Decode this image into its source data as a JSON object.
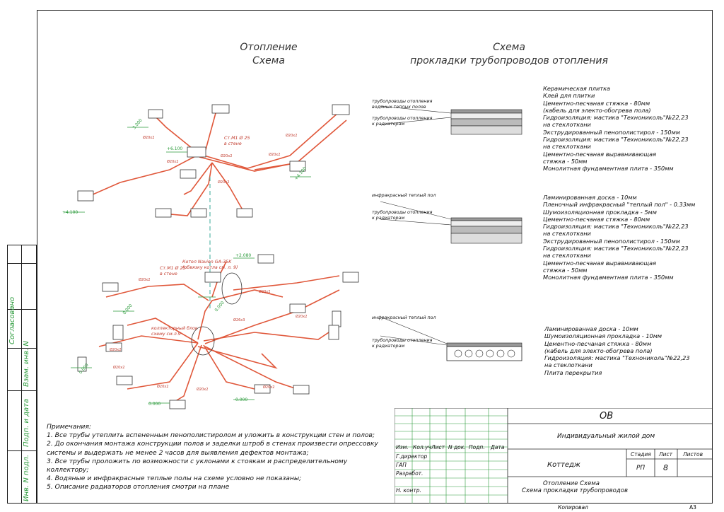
{
  "left_title": [
    "Отопление",
    "Схема"
  ],
  "right_title": [
    "Схема",
    "прокладки трубопроводов отопления"
  ],
  "sidebar": {
    "agreed": "Согласовано",
    "inv_replace": "Взам. инв. N",
    "sign_date": "Подп. и дата",
    "inv_orig": "Инв. N подл."
  },
  "notes": {
    "heading": "Примечания:",
    "items": [
      "1. Все трубы утеплить вспененным пенополистиролом и уложить в конструкции стен и полов;",
      "2. До окончания монтажа конструкции полов и заделки штроб в стенах произвести опрессовку",
      "    системы и выдержать не менее 2 часов для выявления дефектов монтажа;",
      "3. Все трубы проложить по возможности с уклонами к стоякам и распределительному",
      "    коллектору;",
      "4.  Водяные  и инфракрасные  теплые полы на схеме условно не показаны;",
      "5. Описание радиаторов отопления смотри на плане"
    ]
  },
  "sections": [
    {
      "callouts": [
        "трубопроводы отопления",
        "водяных теплых полов",
        "трубопроводы отопления",
        "к радиаторам"
      ],
      "layers": [
        "Керамическая плитка",
        "Клей для плитки",
        "Цементно-песчаная стяжка - 80мм",
        "(кабель для электо-обогрева пола)",
        "Гидроизоляция: мастика \"Технониколь\"№22,23",
        "на стеклоткани",
        "Экструдированный пенополистирол - 150мм",
        "Гидроизоляция: мастика \"Технониколь\"№22,23",
        "на стеклоткани",
        "Цементно-песчаная выравнивающая",
        "стяжка - 50мм",
        "Монолитная фундаментная плита - 350мм"
      ]
    },
    {
      "callouts": [
        "инфракрасный теплый пол",
        "трубопроводы отопления",
        "к радиаторам"
      ],
      "layers": [
        "Ламинированная доска - 10мм",
        "Пленочный инфракрасный \"теплый пол\" - 0.33мм",
        "Шумоизоляционная прокладка - 5мм",
        "Цементно-песчаная стяжка - 80мм",
        "Гидроизоляция: мастика \"Технониколь\"№22,23",
        "на стеклоткани",
        "Экструдированный пенополистирол - 150мм",
        "Гидроизоляция: мастика \"Технониколь\"№22,23",
        "на стеклоткани",
        "Цементно-песчаная выравнивающая",
        "стяжка - 50мм",
        "Монолитная фундаментная плита - 350мм"
      ]
    },
    {
      "callouts": [
        "инфракрасный теплый пол",
        "трубопроводы отопления",
        "к радиаторам"
      ],
      "layers": [
        "Ламинированная доска - 10мм",
        "Шумоизоляционная прокладка - 10мм",
        "Цементно-песчаная стяжка - 80мм",
        "(кабель для электо-обогрева пола)",
        "Гидроизоляция: мастика \"Технониколь\"№22,23",
        "на стеклоткани",
        "Плита перекрытия"
      ]
    }
  ],
  "diagram": {
    "elevations_upper": [
      "3.000",
      "+6.100",
      "+4.100",
      "+4.100"
    ],
    "elevations_lower": [
      "+2.080",
      "0.000",
      "0.000",
      "0.000",
      "0.000",
      "0.000"
    ],
    "pipe_labels_upper": [
      "Ø20х2",
      "Ø20х2",
      "Ø20х2",
      "Ø20х2",
      "Ø20х2",
      "Ø20х2"
    ],
    "pipe_labels_lower": [
      "Ø20х2",
      "Ø20х2",
      "Ø20х2",
      "Ø26х3",
      "Ø20х2",
      "Ø20х2",
      "Ø20х2",
      "Ø20х2",
      "Ø20х2"
    ],
    "upper_note": [
      "Ст.М1 Ø 25",
      "в стене"
    ],
    "boiler_note": [
      "Котел Navien GA-35K",
      "(обвязку котла см. л. 9)"
    ],
    "lower_note": [
      "Ст.М1 Ø 25",
      "в стене"
    ],
    "collector_note": [
      "коллекторный блок",
      "схему см.л.9"
    ]
  },
  "stamp": {
    "code": "ОВ",
    "project": "Индивидуальный жилой дом",
    "object": "Коттедж",
    "sheet_title": [
      "Отопление Схема",
      "Схема прокладки трубопроводов"
    ],
    "col_headers": [
      "Изм.",
      "Кол.уч",
      "Лист",
      "N док.",
      "Подп.",
      "Дата"
    ],
    "roles": [
      "Г.директор",
      "ГАП",
      "Разработ.",
      "",
      "Н. контр."
    ],
    "stage_label": "Стадия",
    "sheet_label": "Лист",
    "sheets_label": "Листов",
    "stage": "РП",
    "sheet": "8",
    "sheets": "",
    "copied": "Копировал",
    "format": "А3"
  },
  "colors": {
    "pipe": "#e0573a",
    "elevation": "#2a9a3a",
    "frame": "#222222"
  }
}
